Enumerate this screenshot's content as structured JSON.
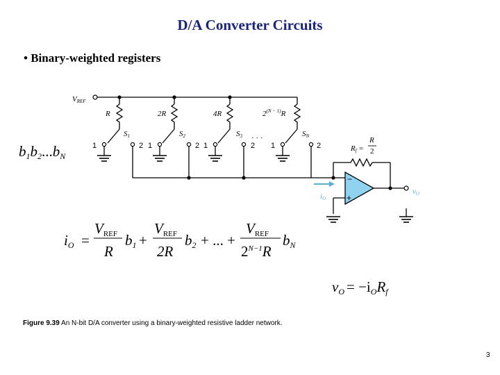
{
  "title": "D/A Converter Circuits",
  "bullet": "• Binary-weighted registers",
  "circuit": {
    "vref_label": "V",
    "vref_sub": "REF",
    "resistors": [
      {
        "label": "R"
      },
      {
        "label": "2R"
      },
      {
        "label": "4R"
      },
      {
        "label": "2^(N−1)R",
        "base": "2",
        "exp": "(N − 1)",
        "suffix": "R"
      }
    ],
    "switches": [
      "S1",
      "S2",
      "S3",
      "SN"
    ],
    "switch_names": [
      {
        "s": "S",
        "sub": "1"
      },
      {
        "s": "S",
        "sub": "2"
      },
      {
        "s": "S",
        "sub": "3"
      },
      {
        "s": "S",
        "sub": "N"
      }
    ],
    "pos1": "1",
    "pos2": "2",
    "dots": "· · ·",
    "feedback": {
      "r": "R",
      "sub": "f",
      "num": "R",
      "den": "2"
    },
    "io_label": {
      "i": "i",
      "sub": "O"
    },
    "vo_label": {
      "v": "v",
      "sub": "O"
    },
    "opamp_minus": "−",
    "opamp_plus": "+"
  },
  "bits_label": {
    "b1": "b",
    "s1": "1",
    "b2": "b",
    "s2": "2",
    "dots": "...",
    "bn": "b",
    "sn": "N"
  },
  "equation_io": {
    "lhs": "i",
    "lhs_sub": "O",
    "eq": "=",
    "vref": "V",
    "vref_sub": "REF",
    "d1": "R",
    "b1": "b",
    "s1": "1",
    "d2": "2R",
    "b2": "b",
    "s2": "2",
    "mid": "+ ... +",
    "d3_base": "2",
    "d3_exp": "N−1",
    "d3_r": "R",
    "bn": "b",
    "sn": "N",
    "plus": "+"
  },
  "equation_vo": {
    "v": "v",
    "v_sub": "O",
    "eq": "= −i",
    "i_sub": "O",
    "r": "R",
    "r_sub": "f"
  },
  "caption": {
    "bold": "Figure 9.39",
    "text": "An N-bit D/A converter using a binary-weighted resistive ladder network."
  },
  "page_number": "3",
  "colors": {
    "title": "#1a237e",
    "opamp_fill": "#8fd3f0",
    "arrow": "#5aaed0"
  }
}
